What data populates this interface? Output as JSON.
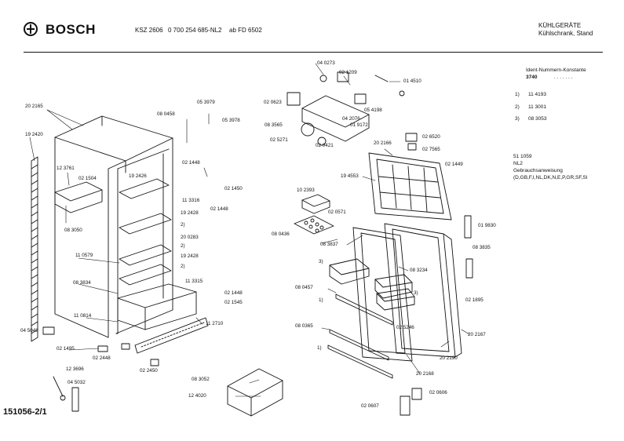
{
  "header": {
    "brand": "BOSCH",
    "model": "KSZ 2606",
    "code": "0 700 254 685-NL2",
    "serial": "ab FD 6502",
    "category": "KÜHLGERÄTE",
    "subcategory": "Kühlschrank, Stand"
  },
  "ident": {
    "title": "Ident-Nummern-Konstante",
    "number": "3740",
    "dots": ". . . . . . .",
    "rows": [
      {
        "key": "1)",
        "value": "11 4193"
      },
      {
        "key": "2)",
        "value": "11 3001"
      },
      {
        "key": "3)",
        "value": "08 3053"
      }
    ]
  },
  "manual": {
    "number": "51 1059",
    "lang": "NL2",
    "title": "Gebrauchsanweisung",
    "langs": "(D,GB,F,I,NL,DK,N,E,P,GR,SF,SI"
  },
  "sheet_id": "151056-2/1",
  "parts": [
    {
      "id": "p1",
      "text": "20 2165"
    },
    {
      "id": "p2",
      "text": "19 2420"
    },
    {
      "id": "p3",
      "text": "12 3761"
    },
    {
      "id": "p4",
      "text": "02 1504"
    },
    {
      "id": "p5",
      "text": "08 3050"
    },
    {
      "id": "p6",
      "text": "08 0458"
    },
    {
      "id": "p7",
      "text": "05 3979"
    },
    {
      "id": "p8",
      "text": "05 3978"
    },
    {
      "id": "p9",
      "text": "19 2426"
    },
    {
      "id": "p10",
      "text": "02 1448"
    },
    {
      "id": "p11",
      "text": "02 1450"
    },
    {
      "id": "p12",
      "text": "11 3316"
    },
    {
      "id": "p13",
      "text": "02 1448"
    },
    {
      "id": "p14",
      "text": "19 2428"
    },
    {
      "id": "p15",
      "text": "2)"
    },
    {
      "id": "p16",
      "text": "20 0283"
    },
    {
      "id": "p17",
      "text": "2)"
    },
    {
      "id": "p18",
      "text": "11 0579"
    },
    {
      "id": "p19",
      "text": "19 2428"
    },
    {
      "id": "p20",
      "text": "2)"
    },
    {
      "id": "p21",
      "text": "08 3834"
    },
    {
      "id": "p22",
      "text": "11 3315"
    },
    {
      "id": "p23",
      "text": "02 1448"
    },
    {
      "id": "p24",
      "text": "02 1545"
    },
    {
      "id": "p25",
      "text": "11 0814"
    },
    {
      "id": "p26",
      "text": "11 2710"
    },
    {
      "id": "p27",
      "text": "04 5048"
    },
    {
      "id": "p28",
      "text": "02 1495"
    },
    {
      "id": "p29",
      "text": "02 2448"
    },
    {
      "id": "p30",
      "text": "02 2450"
    },
    {
      "id": "p31",
      "text": "12 3696"
    },
    {
      "id": "p32",
      "text": "04 5032"
    },
    {
      "id": "p33",
      "text": "08 3052"
    },
    {
      "id": "p34",
      "text": "12 4020"
    },
    {
      "id": "p35",
      "text": "04 0273"
    },
    {
      "id": "p36",
      "text": "02 1209"
    },
    {
      "id": "p37",
      "text": "01 4510"
    },
    {
      "id": "p38",
      "text": "02 0623"
    },
    {
      "id": "p39",
      "text": "05 4198"
    },
    {
      "id": "p40",
      "text": "04 2076"
    },
    {
      "id": "p41",
      "text": "08 3565"
    },
    {
      "id": "p42",
      "text": "01 9172"
    },
    {
      "id": "p43",
      "text": "02 5271"
    },
    {
      "id": "p44",
      "text": "02 0421"
    },
    {
      "id": "p45",
      "text": "02 6520"
    },
    {
      "id": "p46",
      "text": "20 2166"
    },
    {
      "id": "p47",
      "text": "02 7565"
    },
    {
      "id": "p48",
      "text": "02 1449"
    },
    {
      "id": "p49",
      "text": "19 4553"
    },
    {
      "id": "p50",
      "text": "10 2393"
    },
    {
      "id": "p51",
      "text": "02 0571"
    },
    {
      "id": "p52",
      "text": "08 0436"
    },
    {
      "id": "p53",
      "text": "01 9830"
    },
    {
      "id": "p54",
      "text": "08 3835"
    },
    {
      "id": "p55",
      "text": "08 3837"
    },
    {
      "id": "p56",
      "text": "3)"
    },
    {
      "id": "p57",
      "text": "08 3234"
    },
    {
      "id": "p58",
      "text": "08 0457"
    },
    {
      "id": "p59",
      "text": "3)"
    },
    {
      "id": "p60",
      "text": "1)"
    },
    {
      "id": "p61",
      "text": "02 1895"
    },
    {
      "id": "p62",
      "text": "02 5246"
    },
    {
      "id": "p63",
      "text": "08 0365"
    },
    {
      "id": "p64",
      "text": "20 2167"
    },
    {
      "id": "p65",
      "text": "1)"
    },
    {
      "id": "p66",
      "text": "20 2190"
    },
    {
      "id": "p67",
      "text": "20 2168"
    },
    {
      "id": "p68",
      "text": "02 0607"
    },
    {
      "id": "p69",
      "text": "02 0606"
    }
  ]
}
